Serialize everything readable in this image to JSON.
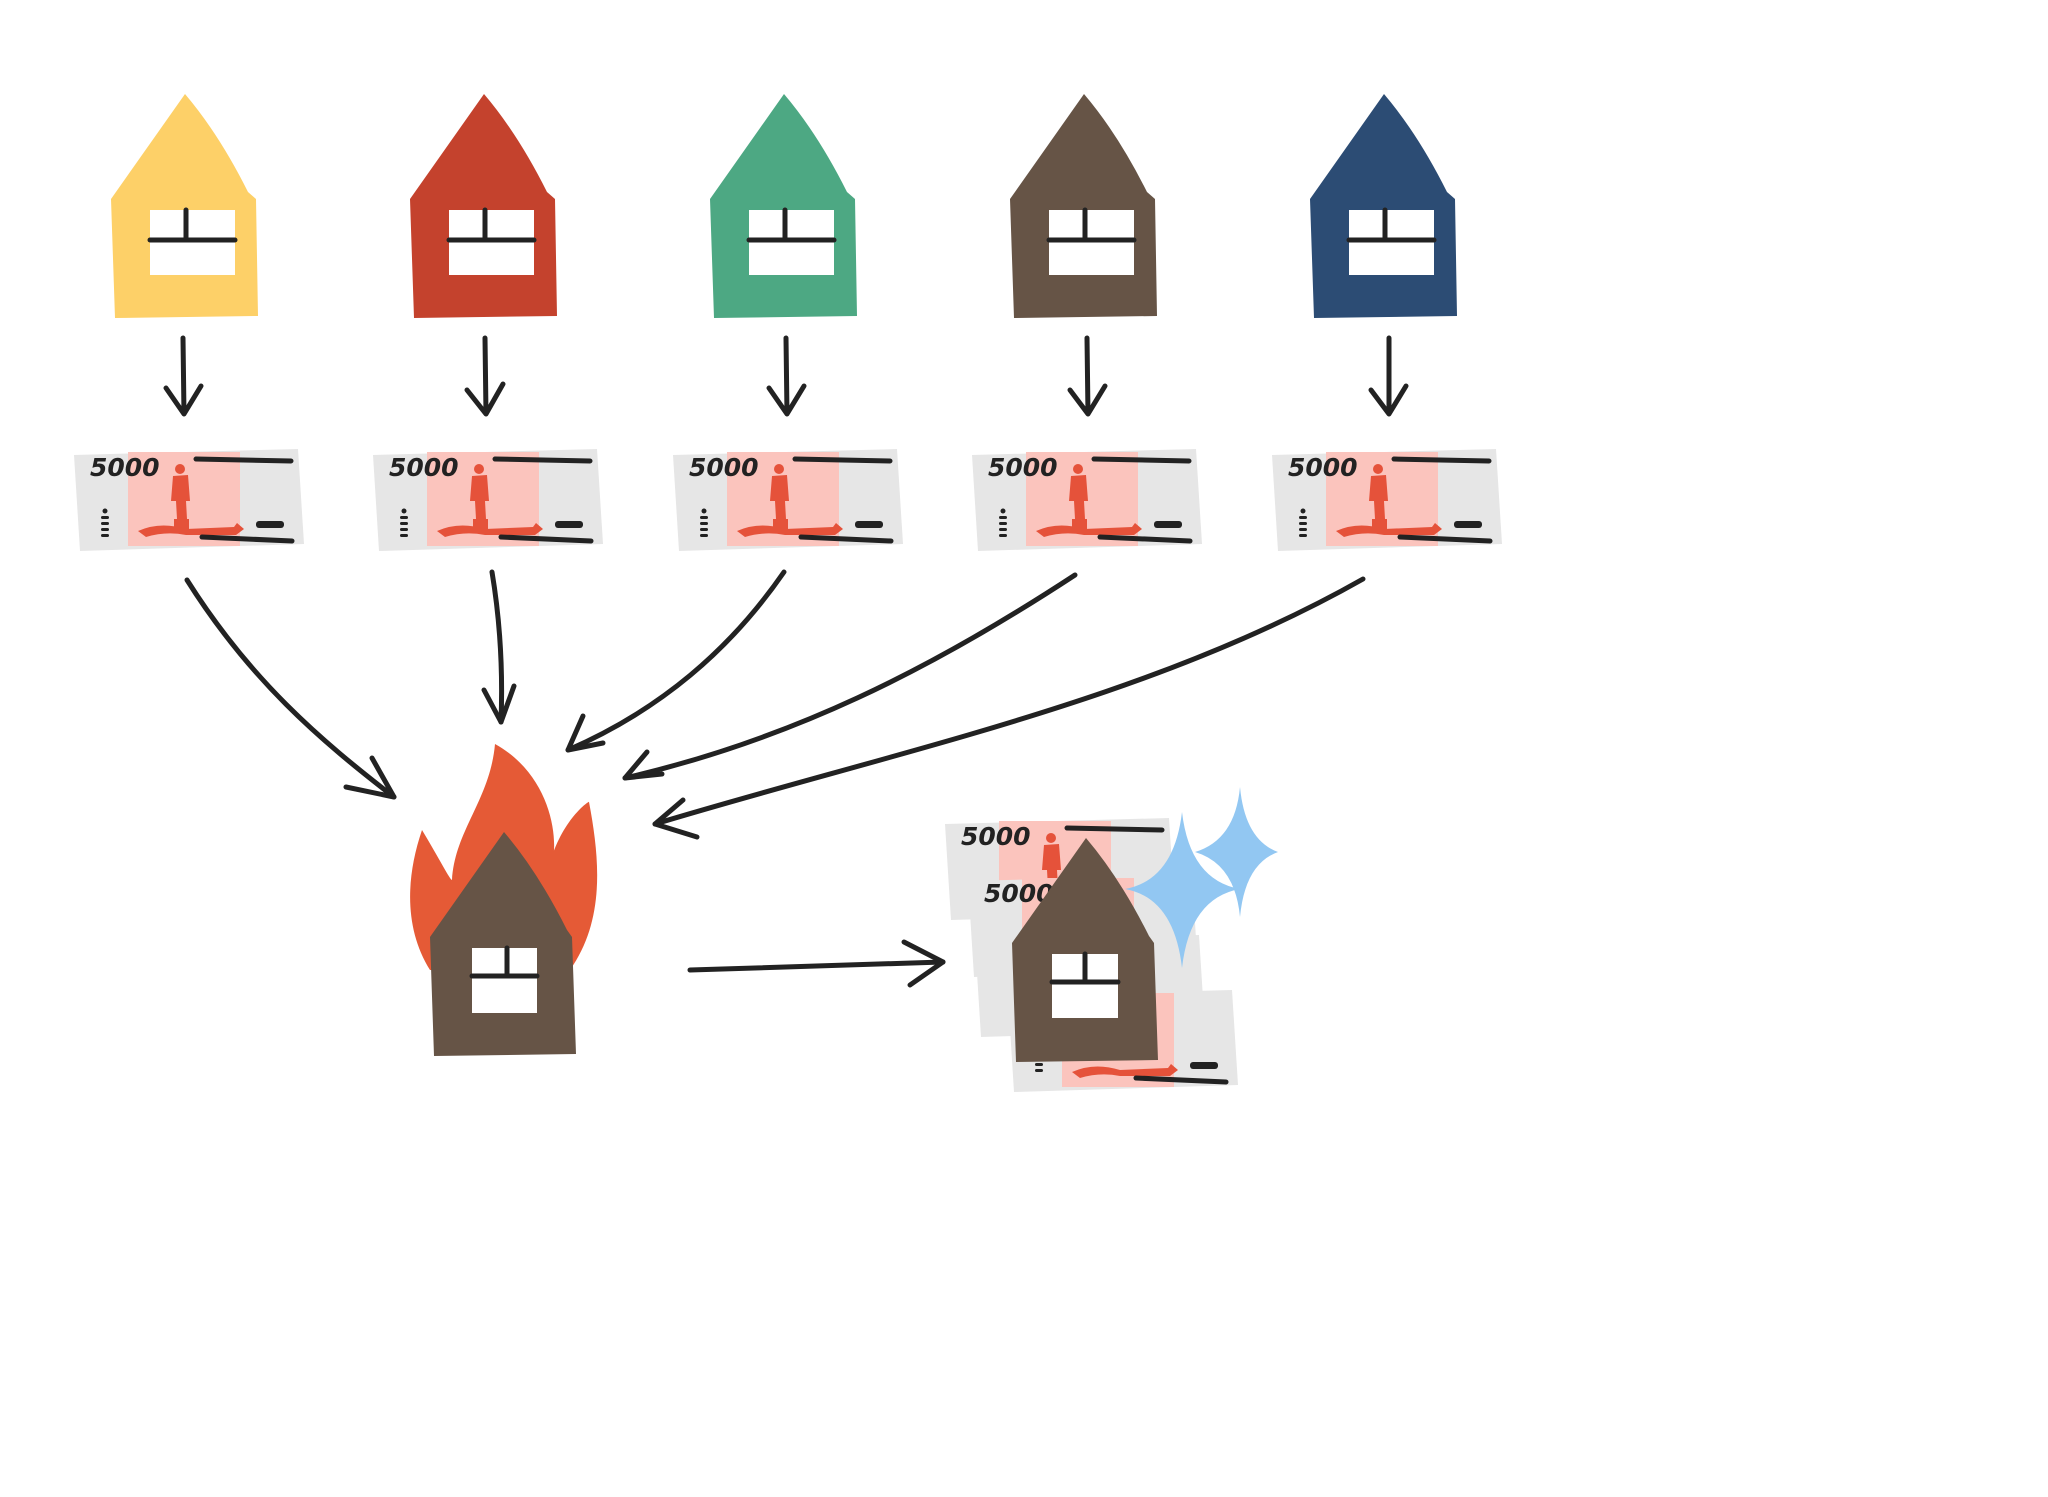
{
  "colors": {
    "yellow_house": "#FDD068",
    "red_house": "#C4422D",
    "green_house": "#4DA883",
    "brown_house": "#665446",
    "navy_house": "#2C4C74",
    "fire_outer": "#E55A36",
    "sparkle": "#92C7F2",
    "arrow": "#222222",
    "note_pink": "#FBC4BD",
    "note_gray": "#E6E6E6",
    "note_figure": "#E5523A"
  },
  "houses": [
    {
      "name": "yellow",
      "icon": "house-icon"
    },
    {
      "name": "red",
      "icon": "house-icon"
    },
    {
      "name": "green",
      "icon": "house-icon"
    },
    {
      "name": "brown",
      "icon": "house-icon"
    },
    {
      "name": "navy",
      "icon": "house-icon"
    }
  ],
  "banknote": {
    "denomination": "5000",
    "small_mark": "5000"
  },
  "burning_house": {
    "icon": "burning-house-icon"
  },
  "payout": {
    "icon": "house-on-money-icon",
    "sparkle_icon": "sparkle-icon"
  }
}
